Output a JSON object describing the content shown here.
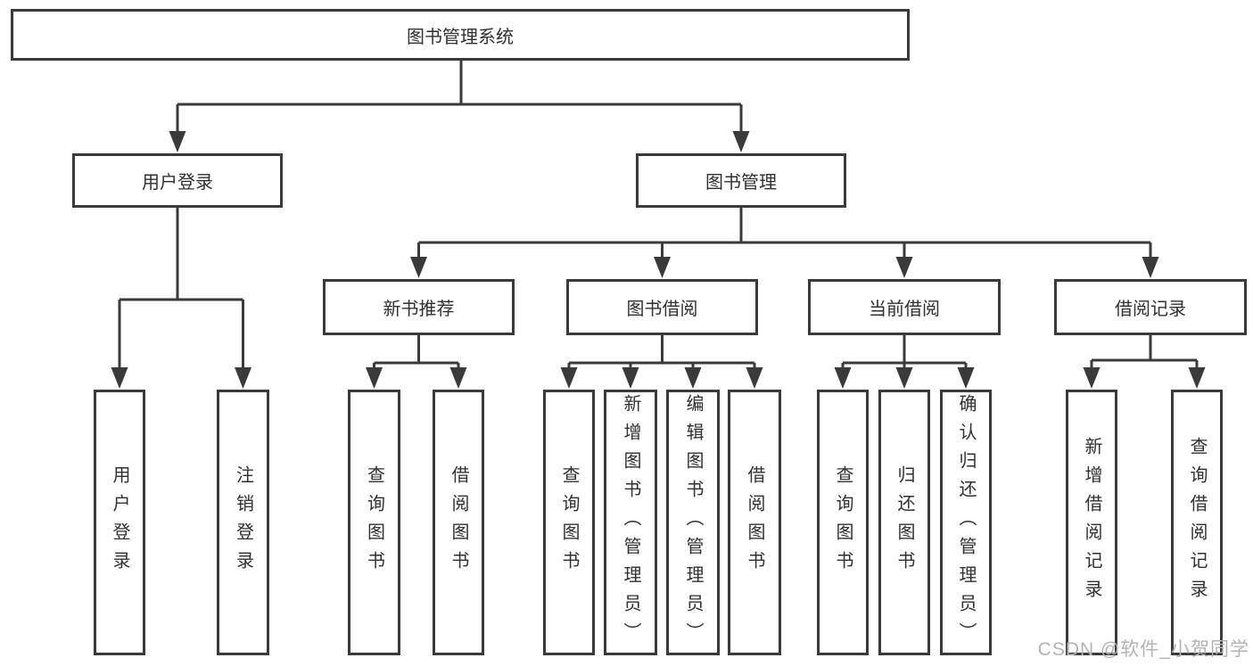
{
  "diagram_type": "hierarchy",
  "tree": {
    "label": "图书管理系统",
    "children": [
      {
        "label": "用户登录",
        "children": [
          {
            "label": "用户登录"
          },
          {
            "label": "注销登录"
          }
        ]
      },
      {
        "label": "图书管理",
        "children": [
          {
            "label": "新书推荐",
            "children": [
              {
                "label": "查询图书"
              },
              {
                "label": "借阅图书"
              }
            ]
          },
          {
            "label": "图书借阅",
            "children": [
              {
                "label": "查询图书"
              },
              {
                "label": "新增图书（管理员）"
              },
              {
                "label": "编辑图书（管理员）"
              },
              {
                "label": "借阅图书"
              }
            ]
          },
          {
            "label": "当前借阅",
            "children": [
              {
                "label": "查询图书"
              },
              {
                "label": "归还图书"
              },
              {
                "label": "确认归还（管理员）"
              }
            ]
          },
          {
            "label": "借阅记录",
            "children": [
              {
                "label": "新增借阅记录"
              },
              {
                "label": "查询借阅记录"
              }
            ]
          }
        ]
      }
    ]
  },
  "watermark": "CSDN @软件_小贺同学",
  "colors": {
    "line": "#3a3a3a",
    "box_border": "#3a3a3a",
    "text": "#303030",
    "background": "#ffffff",
    "watermark": "#b3b3b3"
  }
}
